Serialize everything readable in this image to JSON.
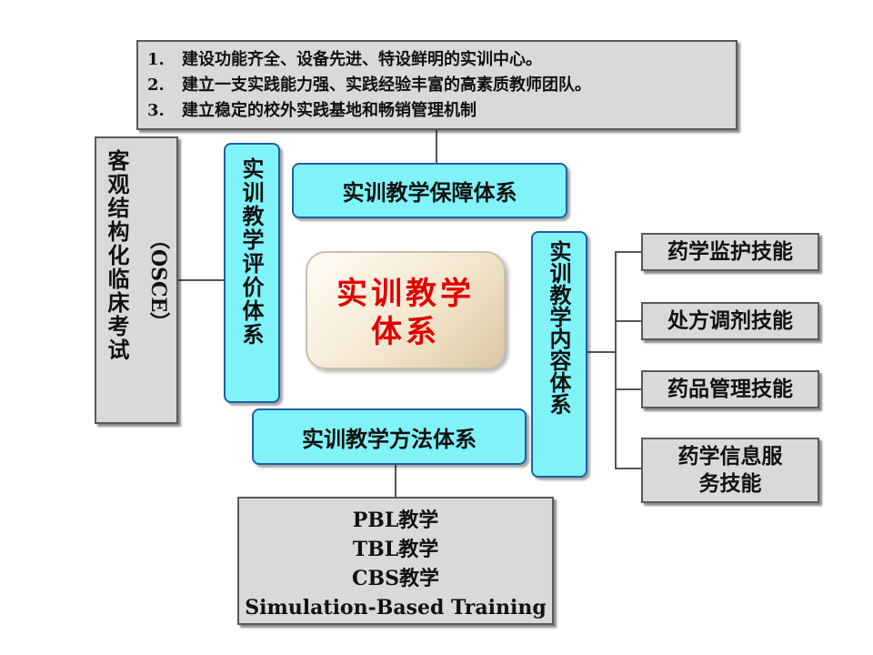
{
  "goals": {
    "items": [
      {
        "num": "1.",
        "text": "建设功能齐全、设备先进、特设鲜明的实训中心。"
      },
      {
        "num": "2.",
        "text": "建立一支实践能力强、实践经验丰富的高素质教师团队。"
      },
      {
        "num": "3.",
        "text": "建立稳定的校外实践基地和畅销管理机制"
      }
    ]
  },
  "osce": {
    "line1": "客观结构化临床考试",
    "line2": "（OSCE）"
  },
  "evaluation": "实训教学评价体系",
  "guarantee": "实训教学保障体系",
  "center": {
    "line1": "实训教学",
    "line2": "体系",
    "color": "#e00000"
  },
  "content": "实训教学内容体系",
  "method": "实训教学方法体系",
  "skills": [
    "药学监护技能",
    "处方调剂技能",
    "药品管理技能",
    "药学信息服务技能"
  ],
  "methods": [
    "PBL教学",
    "TBL教学",
    "CBS教学",
    "Simulation-Based Training"
  ],
  "colors": {
    "box_cyan": "#7ff3f8",
    "box_gray": "#d9d9d9",
    "border_blue": "#1f5fa8"
  }
}
